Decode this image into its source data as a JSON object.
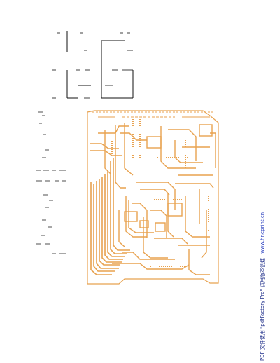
{
  "document": {
    "type": "pcb-layout-scan",
    "trace_color": "#e8a24f",
    "ink_color": "#111111"
  },
  "watermark": {
    "prefix": "PDF 文件使用 \"pdfFactory Pro\" 试用版本创建",
    "link": "www.fineprint.cn",
    "color": "#1f2f8a"
  }
}
